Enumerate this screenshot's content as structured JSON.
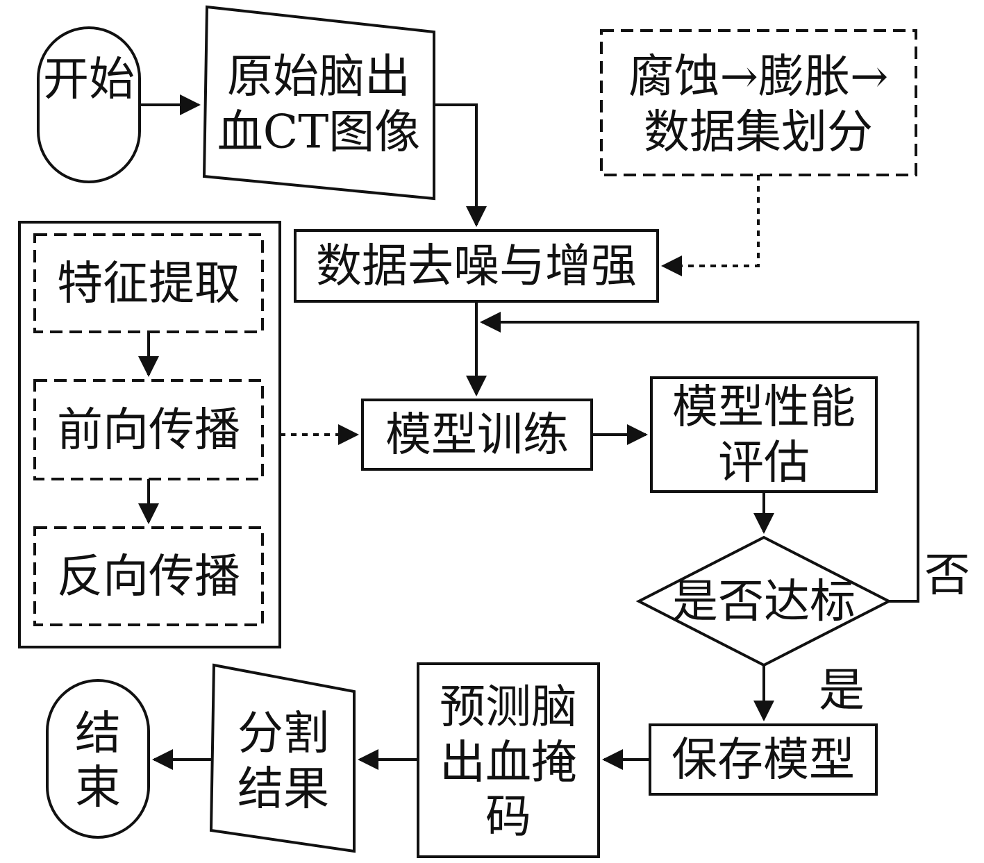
{
  "nodes": {
    "start": "开始",
    "raw_ct_line1": "原始脑出",
    "raw_ct_line2": "血CT图像",
    "split_line1": "腐蚀→膨胀→",
    "split_line2": "数据集划分",
    "denoise": "数据去噪与增强",
    "feature": "特征提取",
    "forward": "前向传播",
    "backward": "反向传播",
    "train": "模型训练",
    "eval_line1": "模型性能",
    "eval_line2": "评估",
    "decision": "是否达标",
    "no_label": "否",
    "yes_label": "是",
    "save": "保存模型",
    "predict_line1": "预测脑",
    "predict_line2": "出血掩",
    "predict_line3": "码",
    "result_line1": "分割",
    "result_line2": "结果",
    "end_line1": "结",
    "end_line2": "束"
  }
}
